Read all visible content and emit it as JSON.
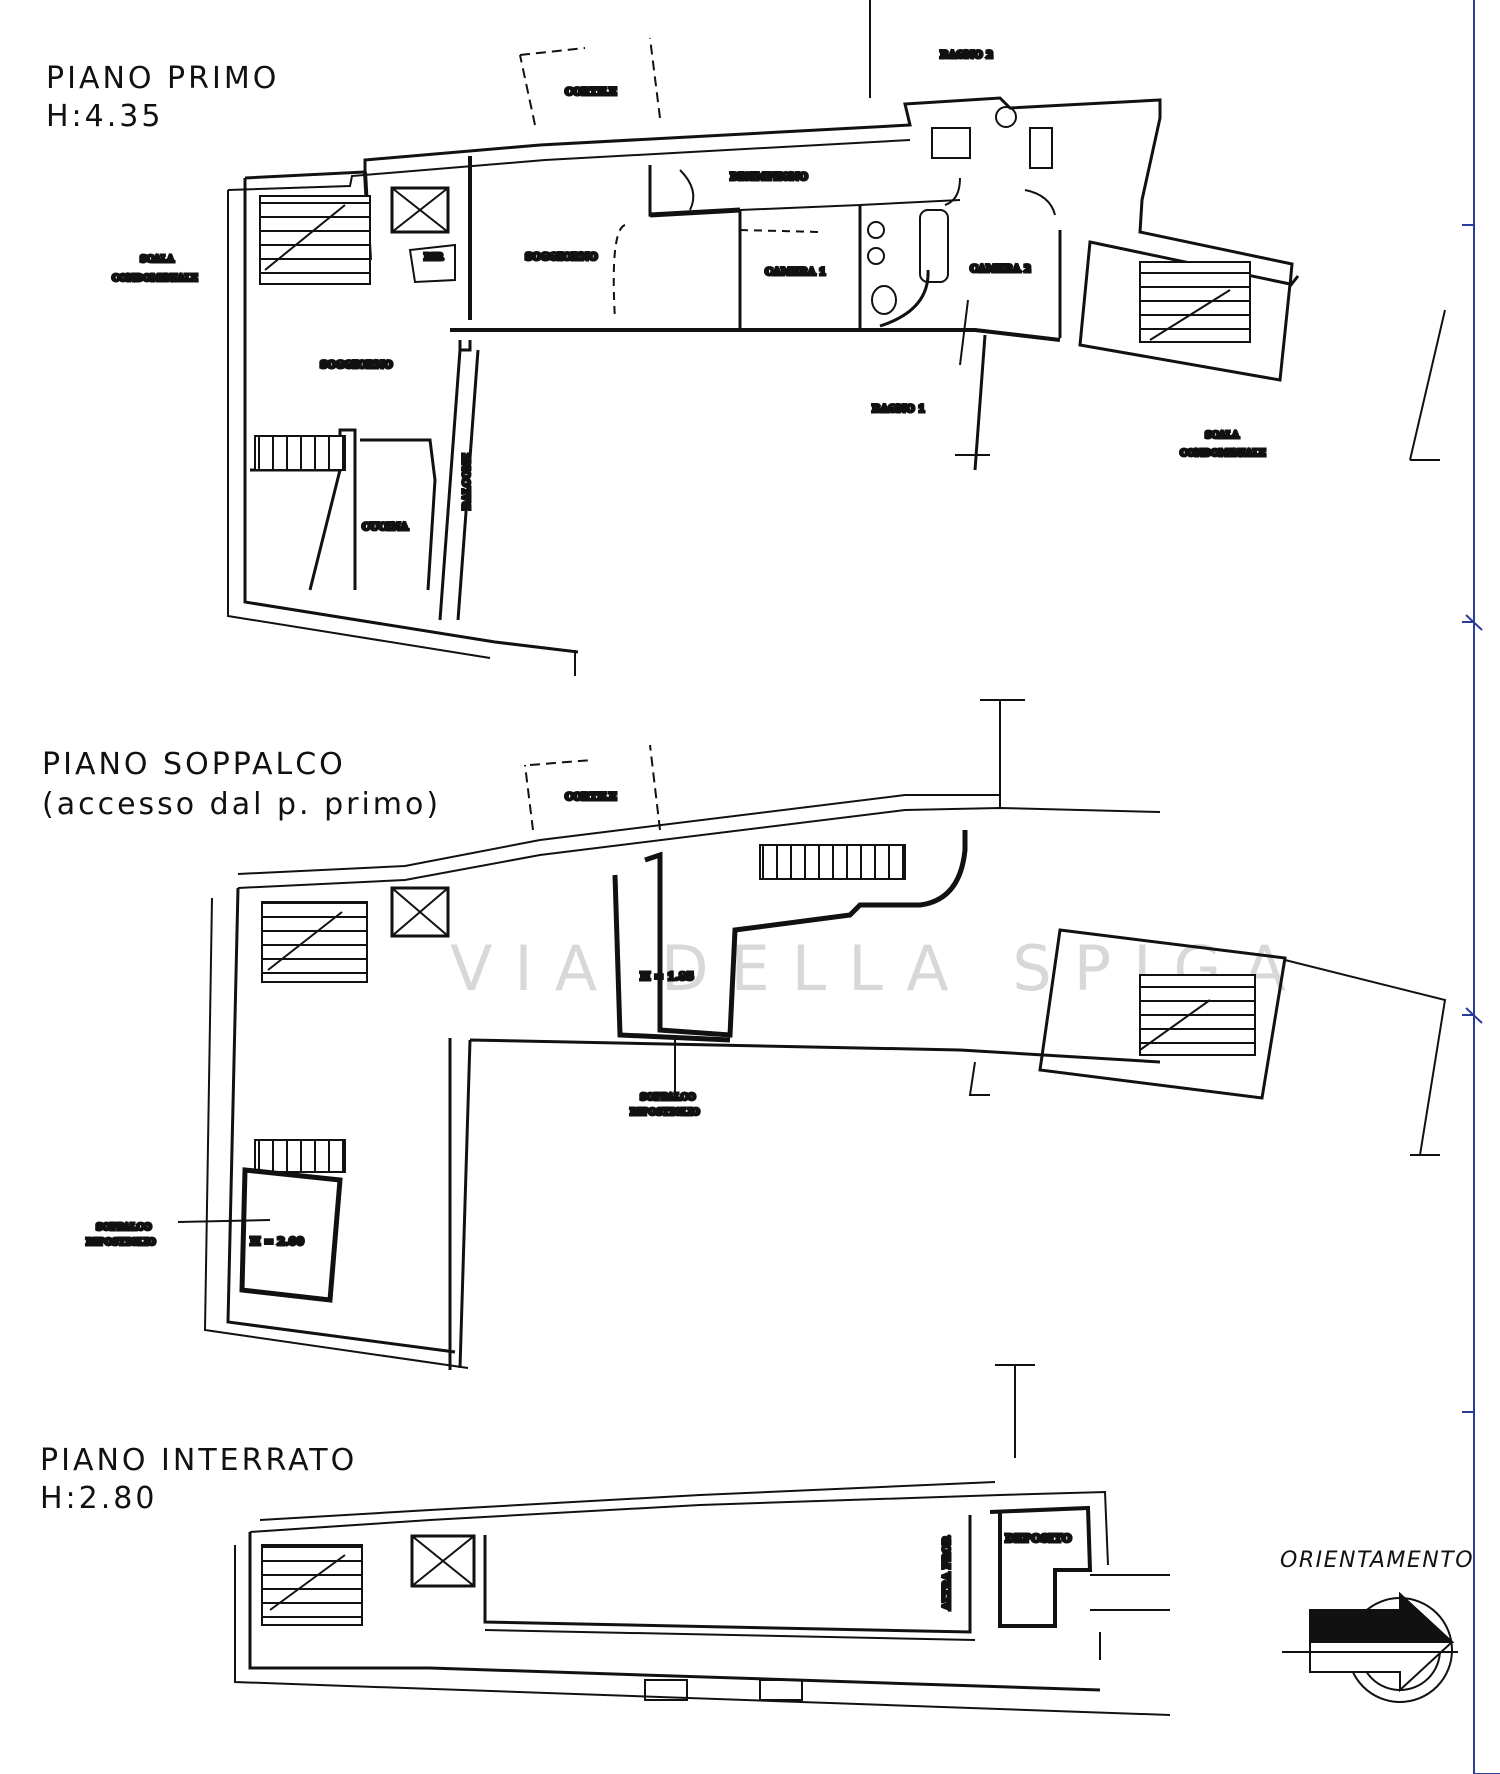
{
  "sections": {
    "primo": {
      "title": "PIANO PRIMO",
      "height": "H:4.35"
    },
    "soppalco": {
      "title": "PIANO SOPPALCO",
      "subtitle": "(accesso dal p. primo)"
    },
    "interrato": {
      "title": "PIANO INTERRATO",
      "height": "H:2.80"
    }
  },
  "orientation": {
    "label": "ORIENTAMENTO"
  },
  "watermark": {
    "text": "VIA DELLA SPIGA"
  },
  "rooms": {
    "cortile1": "CORTILE",
    "bagno2": "BAGNO 2",
    "disimpegno": "DISIMPEGNO",
    "soggiorno1": "SOGGIORNO",
    "camera1": "CAMERA 1",
    "camera2": "CAMERA 2",
    "scala_condominiale1": "SCALA",
    "scala_condominiale1b": "CONDOMINIALE",
    "rip": "RIP.",
    "bagno1": "BAGNO 1",
    "soggiorno2": "SOGGIORNO",
    "balcone": "BALCONE",
    "cucina": "CUCINA",
    "scala_condominiale2": "SCALA",
    "scala_condominiale2b": "CONDOMINIALE",
    "cortile2": "CORTILE",
    "h185": "H = 1.85",
    "soppalco_rip1": "SOPPALCO",
    "soppalco_rip1b": "RIPOSTIGLIO",
    "soppalco_rip2": "SOPPALCO",
    "soppalco_rip2b": "RIPOSTIGLIO",
    "h200": "H = 2.00",
    "altra_prop": "ALTRA PROP.",
    "deposito": "DEPOSITO"
  },
  "colors": {
    "ink": "#111111",
    "frame_blue": "#2b3d9a",
    "watermark": "#d8d8d8"
  },
  "icons": [
    "north-arrow-icon"
  ]
}
